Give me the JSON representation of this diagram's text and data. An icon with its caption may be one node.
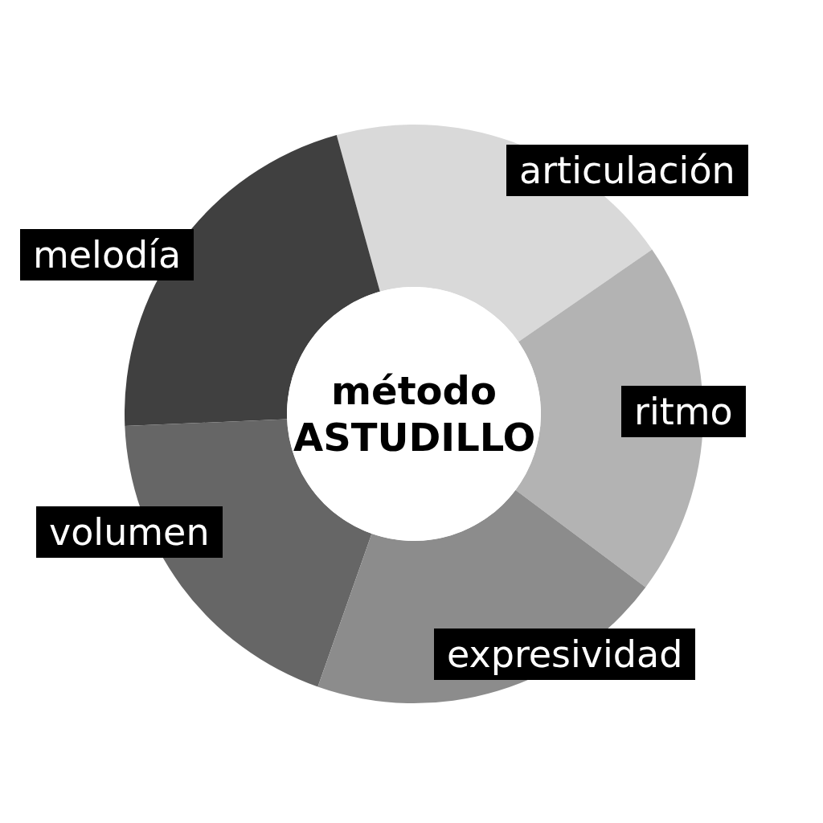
{
  "diagram": {
    "nodes": [
      {
        "text": [
          "articulación"
        ]
      },
      {
        "text": [
          "melodía"
        ]
      },
      {
        "text": [
          "método ASTUDILLO"
        ]
      },
      {
        "text": [
          "ritmo"
        ]
      },
      {
        "text": [
          "volumen"
        ]
      },
      {
        "text": [
          "expresividad"
        ]
      }
    ],
    "edges": []
  }
}
